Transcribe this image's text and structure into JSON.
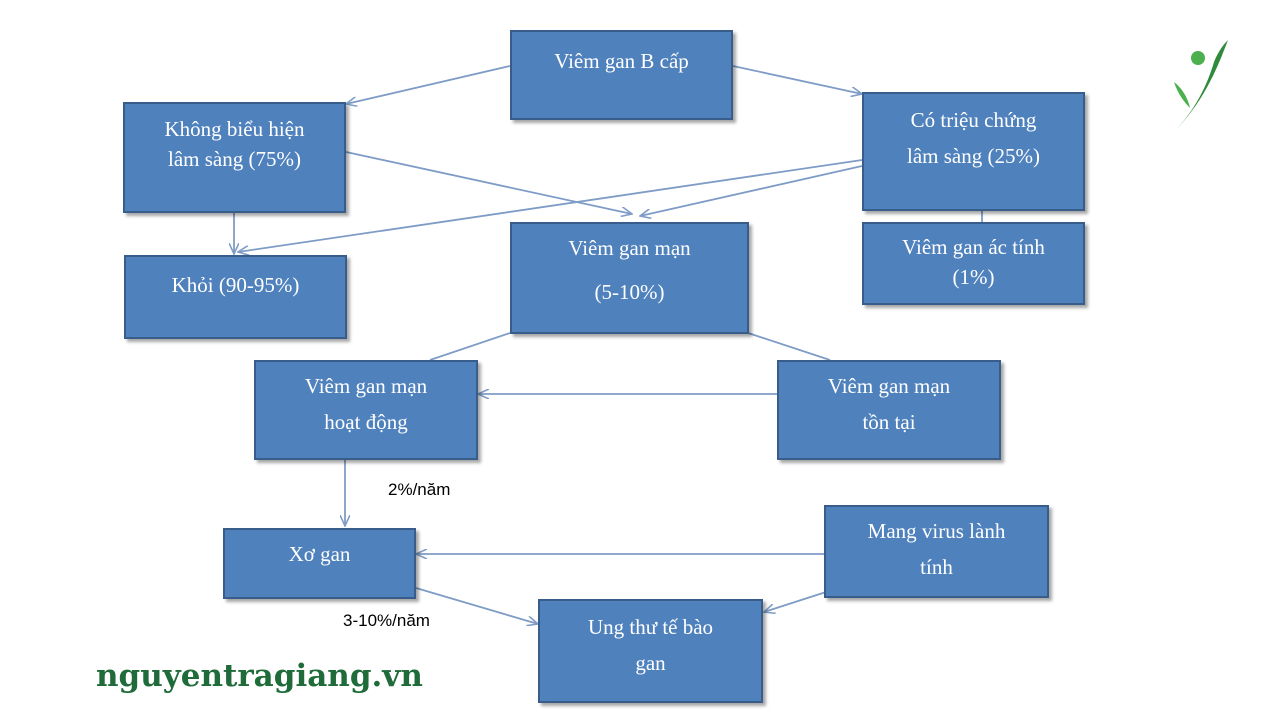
{
  "nodes": {
    "acute": [
      "Viêm gan B cấp"
    ],
    "asymptomatic": [
      "Không biểu hiện",
      "lâm sàng (75%)"
    ],
    "symptomatic": [
      "Có triệu chứng",
      "lâm sàng (25%)"
    ],
    "recovered": [
      "Khỏi (90-95%)"
    ],
    "chronic": [
      "Viêm gan mạn",
      "(5-10%)"
    ],
    "fulminant": [
      "Viêm gan ác tính",
      "(1%)"
    ],
    "chronic_active": [
      "Viêm gan mạn",
      "hoạt động"
    ],
    "chronic_persistent": [
      "Viêm gan mạn",
      "tồn tại"
    ],
    "cirrhosis": [
      "Xơ gan"
    ],
    "carrier": [
      "Mang virus lành",
      "tính"
    ],
    "cancer": [
      "Ung thư tế bào",
      "gan"
    ]
  },
  "edge_labels": {
    "to_cirrhosis": "2%/năm",
    "to_cancer": "3-10%/năm"
  },
  "brand": {
    "site": "nguyentragiang.vn",
    "color": "#1f6b3a"
  },
  "colors": {
    "node_fill": "#4f81bd",
    "node_border": "#385d8a",
    "arrow": "#7f9cc6"
  }
}
